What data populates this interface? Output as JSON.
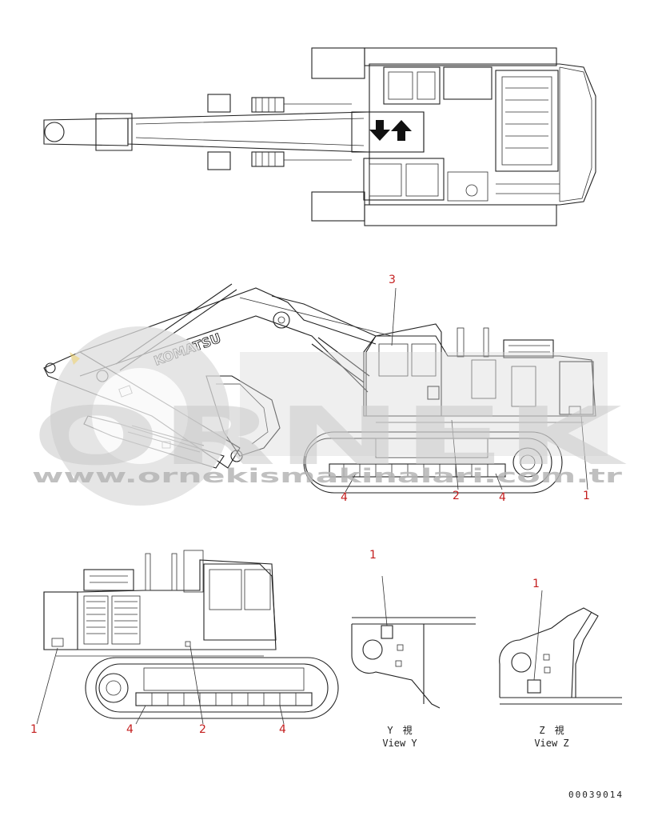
{
  "watermark": {
    "word": "ORNEK",
    "url": "www.ornekismakinalari.com.tr"
  },
  "branding": {
    "boom_logo": "KOMATSU"
  },
  "callouts": {
    "side_right": {
      "c3": "3",
      "c1": "1",
      "c2": "2",
      "c4a": "4",
      "c4b": "4"
    },
    "side_left": {
      "c1": "1",
      "c4a": "4",
      "c2": "2",
      "c4b": "4"
    },
    "view_y": {
      "c1": "1"
    },
    "view_z": {
      "c1": "1"
    }
  },
  "views": {
    "y": {
      "kanji": "Y　視",
      "label": "View Y"
    },
    "z": {
      "kanji": "Z　視",
      "label": "View Z"
    }
  },
  "doc_number": "00039014",
  "colors": {
    "callout": "#c41e1e",
    "linework": "#222222",
    "watermark": "#d0d0d0"
  }
}
